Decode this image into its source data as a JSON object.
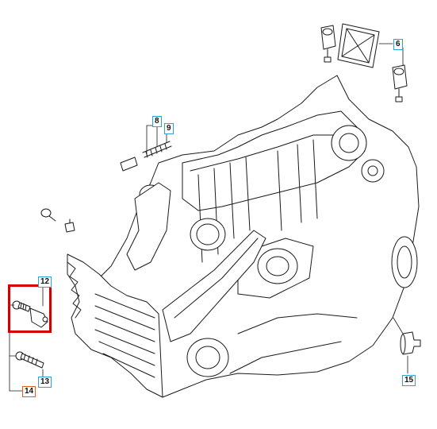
{
  "diagram": {
    "callouts": [
      {
        "id": "6",
        "label": "6"
      },
      {
        "id": "8",
        "label": "8"
      },
      {
        "id": "9",
        "label": "9"
      },
      {
        "id": "12",
        "label": "12"
      },
      {
        "id": "13",
        "label": "13"
      },
      {
        "id": "14",
        "label": "14"
      },
      {
        "id": "15",
        "label": "15"
      }
    ],
    "highlight_color": "#d40000",
    "callout_border_color": "#2aa3d8",
    "selected_callout_color": "#e0601a",
    "selected_callout": "14"
  }
}
